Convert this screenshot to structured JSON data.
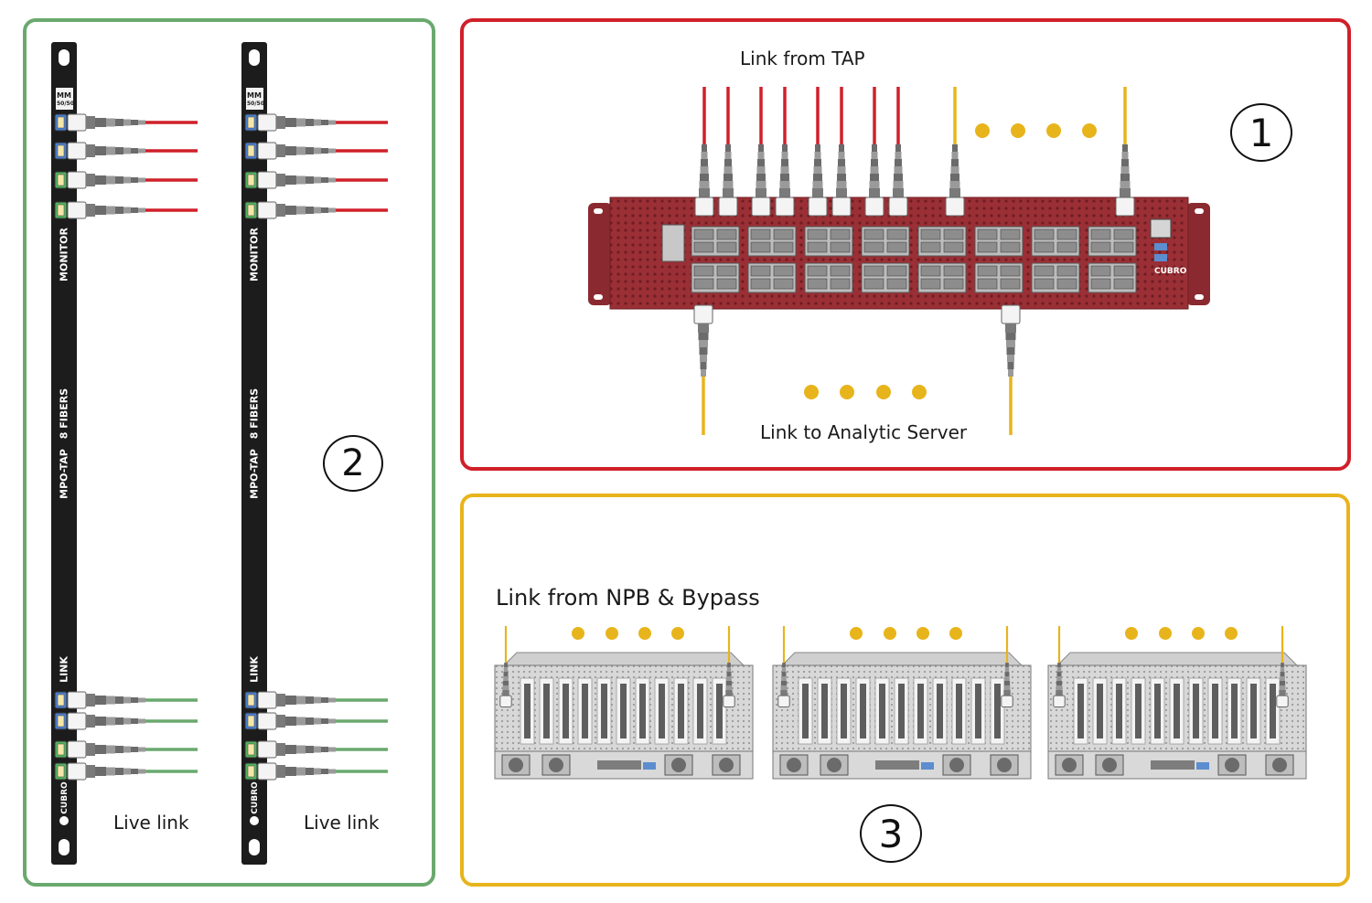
{
  "panels": {
    "tap": {
      "badge": "2",
      "strips": [
        {
          "monitor": "MONITOR",
          "model": "MPO-TAP",
          "fibers": "8 FIBERS",
          "link": "LINK",
          "mm_top": "MM",
          "mm_bottom": "50/50",
          "brand": "CUBRO",
          "caption": "Live link"
        },
        {
          "monitor": "MONITOR",
          "model": "MPO-TAP",
          "fibers": "8 FIBERS",
          "link": "LINK",
          "mm_top": "MM",
          "mm_bottom": "50/50",
          "brand": "CUBRO",
          "caption": "Live link"
        }
      ]
    },
    "npb": {
      "badge": "1",
      "link_from_tap": "Link from TAP",
      "link_to_server": "Link to Analytic Server",
      "brand": "CUBRO"
    },
    "servers": {
      "badge": "3",
      "link_from_npb": "Link from NPB & Bypass"
    }
  },
  "colors": {
    "green_panel": "#6aa96e",
    "red_panel": "#d0202a",
    "yellow_panel": "#e8b41c",
    "monitor_fiber": "#d0202a",
    "live_fiber": "#6aa96e",
    "yellow_fiber": "#e8b41c",
    "npb_chassis": "#9a2f35"
  },
  "icons": [
    "cubro-logo-icon",
    "fiber-connector-icon",
    "ellipsis-dots-icon"
  ]
}
